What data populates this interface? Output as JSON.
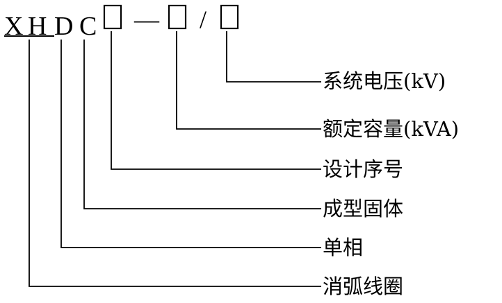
{
  "model_code": {
    "letters": [
      "X",
      "H",
      "D",
      "C"
    ],
    "separators": [
      "—",
      "/"
    ]
  },
  "labels": [
    "系统电压(kV)",
    "额定容量(kVA)",
    "设计序号",
    "成型固体",
    "单相",
    "消弧线圈"
  ]
}
